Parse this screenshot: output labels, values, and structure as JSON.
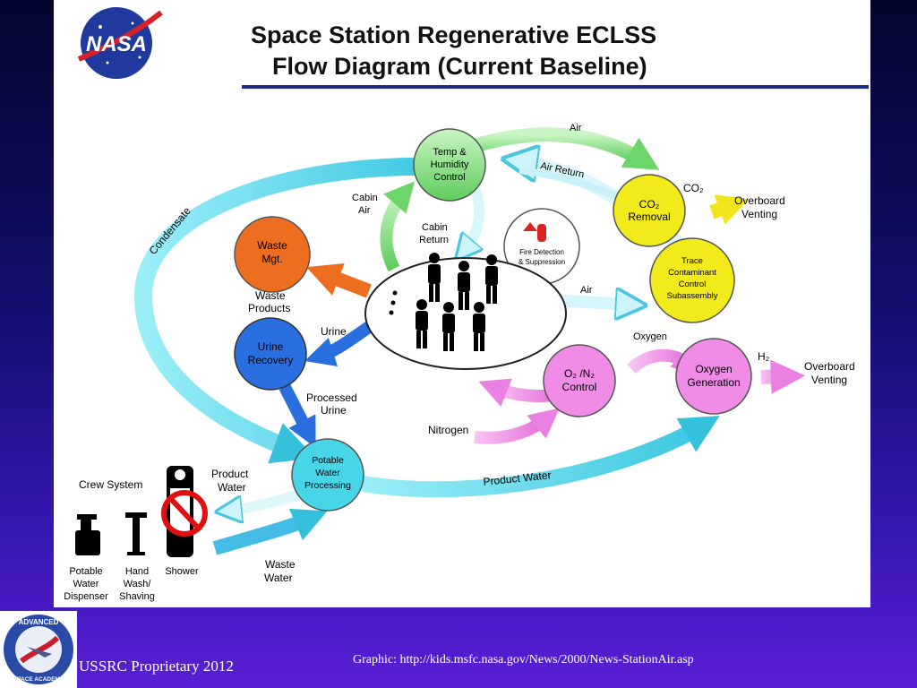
{
  "title": {
    "line1": "Space Station Regenerative ECLSS",
    "line2": "Flow Diagram (Current Baseline)"
  },
  "logos": {
    "nasa": "NASA",
    "academy_top": "ADVANCED",
    "academy_bottom": "SPACE ACADEMY"
  },
  "nodes": {
    "temp_humidity": [
      "Temp &",
      "Humidity",
      "Control"
    ],
    "co2_removal": [
      "CO₂",
      "Removal"
    ],
    "trace_contaminant": [
      "Trace",
      "Contaminant",
      "Control",
      "Subassembly"
    ],
    "waste_mgt": [
      "Waste",
      "Mgt."
    ],
    "urine_recovery": [
      "Urine",
      "Recovery"
    ],
    "o2n2_control": [
      "O₂ /N₂",
      "Control"
    ],
    "oxygen_generation": [
      "Oxygen",
      "Generation"
    ],
    "potable_water": [
      "Potable",
      "Water",
      "Processing"
    ],
    "fire_detection": [
      "Fire Detection",
      "& Suppression"
    ]
  },
  "labels": {
    "air_top": "Air",
    "air_return": "Air Return",
    "co2": "CO₂",
    "overboard_venting_1": [
      "Overboard",
      "Venting"
    ],
    "overboard_venting_2": [
      "Overboard",
      "Venting"
    ],
    "cabin_air": [
      "Cabin",
      "Air"
    ],
    "cabin_return": [
      "Cabin",
      "Return"
    ],
    "condensate": "Condensate",
    "waste_products": [
      "Waste",
      "Products"
    ],
    "urine": "Urine",
    "air_mid": "Air",
    "oxygen": "Oxygen",
    "h2": "H₂",
    "processed_urine": [
      "Processed",
      "Urine"
    ],
    "nitrogen": "Nitrogen",
    "product_water_right": "Product Water",
    "product_water_left": [
      "Product",
      "Water"
    ],
    "crew_system": "Crew System",
    "waste_water": [
      "Waste",
      "Water"
    ],
    "dispenser": [
      "Potable",
      "Water",
      "Dispenser"
    ],
    "hand_wash": [
      "Hand",
      "Wash/",
      "Shaving"
    ],
    "shower": "Shower"
  },
  "colors": {
    "green_node": "#8fe08a",
    "yellow_node": "#f2ea1a",
    "orange_node": "#ee6e1f",
    "blue_node": "#2a6fe0",
    "pink_node": "#f08be6",
    "cyan_node": "#46d6e8",
    "cyan_flow": "#7fe3f2",
    "title_rule": "#1c2a8a"
  },
  "footer": {
    "left": "USSRC Proprietary 2012",
    "right": "Graphic:  http://kids.msfc.nasa.gov/News/2000/News-StationAir.asp"
  }
}
